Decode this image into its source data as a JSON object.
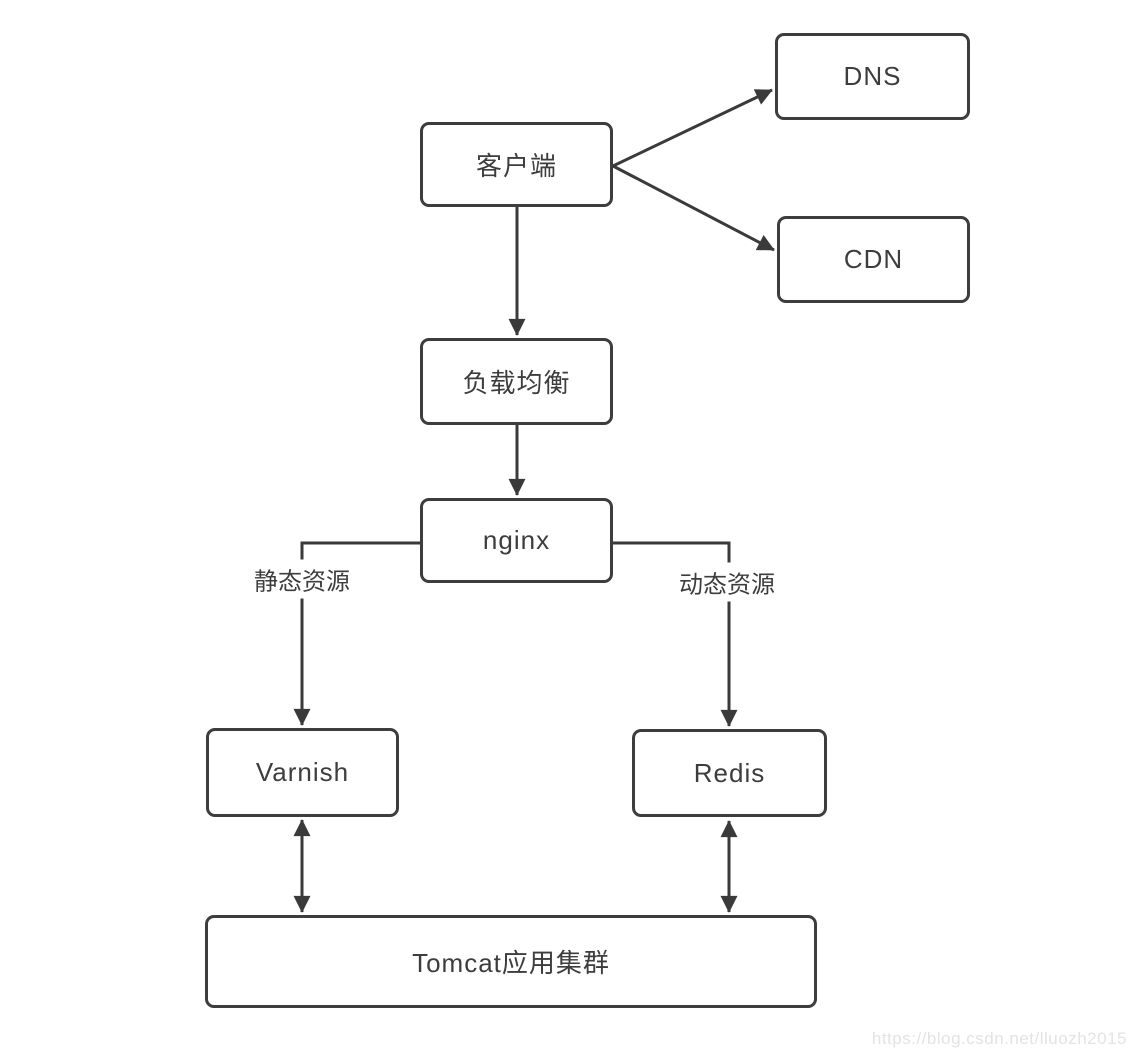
{
  "diagram": {
    "title": "web-architecture-flow",
    "background_color": "#ffffff",
    "stroke_color": "#3a3a3a",
    "text_color": "#3d3d3d",
    "nodes": [
      {
        "id": "client",
        "label": "客户端"
      },
      {
        "id": "dns",
        "label": "DNS"
      },
      {
        "id": "cdn",
        "label": "CDN"
      },
      {
        "id": "load-balancer",
        "label": "负载均衡"
      },
      {
        "id": "nginx",
        "label": "nginx"
      },
      {
        "id": "varnish",
        "label": "Varnish"
      },
      {
        "id": "redis",
        "label": "Redis"
      },
      {
        "id": "tomcat-cluster",
        "label": "Tomcat应用集群"
      }
    ],
    "edges": [
      {
        "from": "客户端",
        "to": "DNS",
        "style": "arrow",
        "label": ""
      },
      {
        "from": "客户端",
        "to": "CDN",
        "style": "arrow",
        "label": ""
      },
      {
        "from": "客户端",
        "to": "负载均衡",
        "style": "arrow",
        "label": ""
      },
      {
        "from": "负载均衡",
        "to": "nginx",
        "style": "arrow",
        "label": ""
      },
      {
        "from": "nginx",
        "to": "Varnish",
        "style": "arrow",
        "label": "静态资源"
      },
      {
        "from": "nginx",
        "to": "Redis",
        "style": "arrow",
        "label": "动态资源"
      },
      {
        "from": "Varnish",
        "to": "Tomcat应用集群",
        "style": "double-arrow",
        "label": ""
      },
      {
        "from": "Redis",
        "to": "Tomcat应用集群",
        "style": "double-arrow",
        "label": ""
      }
    ]
  },
  "watermark": {
    "text": "https://blog.csdn.net/lluozh2015",
    "color": "#e3e3e5"
  }
}
